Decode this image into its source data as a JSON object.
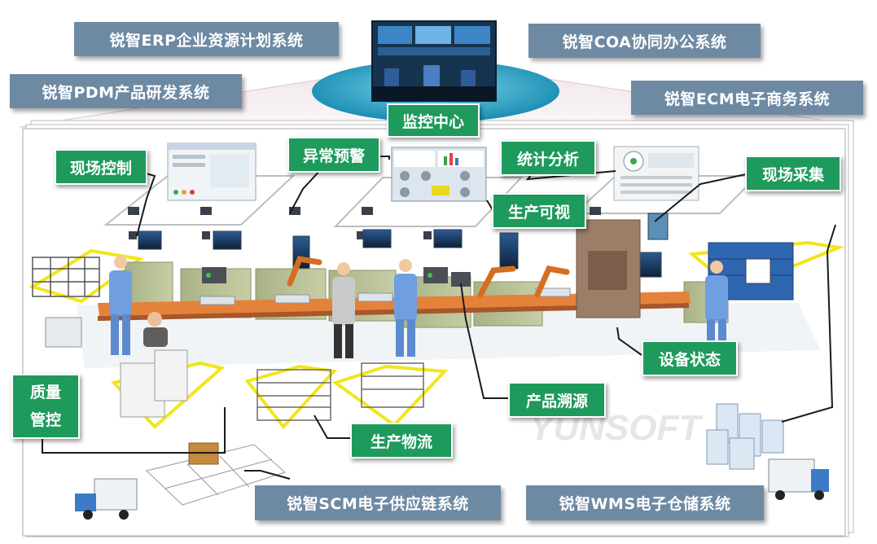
{
  "systems": {
    "erp": "锐智ERP企业资源计划系统",
    "coa": "锐智COA协同办公系统",
    "pdm": "锐智PDM产品研发系统",
    "ecm": "锐智ECM电子商务系统",
    "scm": "锐智SCM电子供应链系统",
    "wms": "锐智WMS电子仓储系统"
  },
  "labels": {
    "monitor_center": "监控中心",
    "site_control": "现场控制",
    "alarm": "异常预警",
    "statistics": "统计分析",
    "data_collection": "现场采集",
    "visualization": "生产可视",
    "equipment_status": "设备状态",
    "traceability": "产品溯源",
    "quality_1": "质量",
    "quality_2": "管控",
    "logistics": "生产物流"
  },
  "watermark": "YUNSOFT",
  "colors": {
    "system_box": "#6e8aa3",
    "label_box": "#1e9a5c",
    "floor_marking": "#f2e51c",
    "worker": "#6f9fe0",
    "belt": "#e4823a",
    "machine": "#9aa47a"
  }
}
